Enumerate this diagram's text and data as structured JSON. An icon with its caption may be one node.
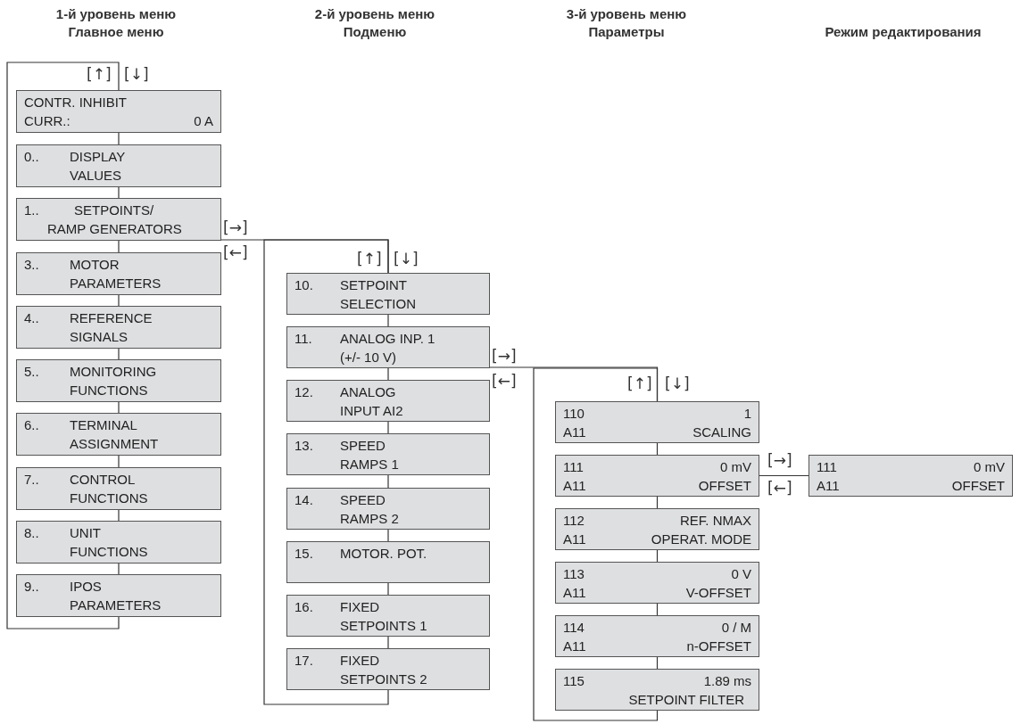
{
  "diagram": {
    "nodes": [
      {
        "text": [
          "CONTR. INHIBIT",
          "CURR.:",
          "0 A"
        ]
      },
      {
        "text": [
          "0..",
          "DISPLAY VALUES"
        ]
      },
      {
        "text": [
          "1..",
          "SETPOINTS/ RAMP GENERATORS"
        ]
      },
      {
        "text": [
          "3..",
          "MOTOR PARAMETERS"
        ]
      },
      {
        "text": [
          "4..",
          "REFERENCE SIGNALS"
        ]
      },
      {
        "text": [
          "5..",
          "MONITORING FUNCTIONS"
        ]
      },
      {
        "text": [
          "6..",
          "TERMINAL ASSIGNMENT"
        ]
      },
      {
        "text": [
          "7..",
          "CONTROL FUNCTIONS"
        ]
      },
      {
        "text": [
          "8..",
          "UNIT FUNCTIONS"
        ]
      },
      {
        "text": [
          "9..",
          "IPOS PARAMETERS"
        ]
      },
      {
        "text": [
          "10.",
          "SETPOINT SELECTION"
        ]
      },
      {
        "text": [
          "11.",
          "ANALOG INP. 1 (+/- 10 V)"
        ]
      },
      {
        "text": [
          "12.",
          "ANALOG INPUT AI2"
        ]
      },
      {
        "text": [
          "13.",
          "SPEED RAMPS 1"
        ]
      },
      {
        "text": [
          "14.",
          "SPEED RAMPS 2"
        ]
      },
      {
        "text": [
          "15.",
          "MOTOR. POT."
        ]
      },
      {
        "text": [
          "16.",
          "FIXED SETPOINTS 1"
        ]
      },
      {
        "text": [
          "17.",
          "FIXED SETPOINTS 2"
        ]
      },
      {
        "text": [
          "110",
          "1",
          "A11",
          "SCALING"
        ]
      },
      {
        "text": [
          "111",
          "0 mV",
          "A11",
          "OFFSET"
        ]
      },
      {
        "text": [
          "112",
          "REF. NMAX",
          "A11",
          "OPERAT. MODE"
        ]
      },
      {
        "text": [
          "113",
          "0 V",
          "A11",
          "V-OFFSET"
        ]
      },
      {
        "text": [
          "114",
          "0 / M",
          "A11",
          "n-OFFSET"
        ]
      },
      {
        "text": [
          "115",
          "1.89 ms",
          "SETPOINT FILTER"
        ]
      },
      {
        "text": [
          "111",
          "0 mV",
          "A11",
          "OFFSET"
        ]
      }
    ],
    "edges": [
      {
        "from": 0,
        "to": 1,
        "arrow": "none"
      },
      {
        "from": 1,
        "to": 2,
        "arrow": "none"
      },
      {
        "from": 2,
        "to": 3,
        "arrow": "none"
      },
      {
        "from": 3,
        "to": 4,
        "arrow": "none"
      },
      {
        "from": 4,
        "to": 5,
        "arrow": "none"
      },
      {
        "from": 5,
        "to": 6,
        "arrow": "none"
      },
      {
        "from": 6,
        "to": 7,
        "arrow": "none"
      },
      {
        "from": 7,
        "to": 8,
        "arrow": "none"
      },
      {
        "from": 8,
        "to": 9,
        "arrow": "none"
      },
      {
        "from": 9,
        "to": 0,
        "arrow": "none"
      },
      {
        "from": 2,
        "to": 10,
        "arrow": "none"
      },
      {
        "from": 10,
        "to": 11,
        "arrow": "none"
      },
      {
        "from": 11,
        "to": 12,
        "arrow": "none"
      },
      {
        "from": 12,
        "to": 13,
        "arrow": "none"
      },
      {
        "from": 13,
        "to": 14,
        "arrow": "none"
      },
      {
        "from": 14,
        "to": 15,
        "arrow": "none"
      },
      {
        "from": 15,
        "to": 16,
        "arrow": "none"
      },
      {
        "from": 16,
        "to": 17,
        "arrow": "none"
      },
      {
        "from": 17,
        "to": 10,
        "arrow": "none"
      },
      {
        "from": 11,
        "to": 18,
        "arrow": "none"
      },
      {
        "from": 18,
        "to": 19,
        "arrow": "none"
      },
      {
        "from": 19,
        "to": 20,
        "arrow": "none"
      },
      {
        "from": 20,
        "to": 21,
        "arrow": "none"
      },
      {
        "from": 21,
        "to": 22,
        "arrow": "none"
      },
      {
        "from": 22,
        "to": 23,
        "arrow": "none"
      },
      {
        "from": 23,
        "to": 18,
        "arrow": "none"
      },
      {
        "from": 19,
        "to": 24,
        "arrow": "none"
      }
    ],
    "labels": [
      "1-й уровень меню",
      "2-й уровень меню",
      "3-й уровень меню",
      "Главное меню",
      "Подменю",
      "Параметры",
      "Режим редактирования",
      "[↑]",
      "[↓]",
      "[→]",
      "[←]",
      "[↑]",
      "[↓]",
      "[→]",
      "[←]",
      "[↑]",
      "[↓]",
      "[→]",
      "[←]"
    ]
  }
}
